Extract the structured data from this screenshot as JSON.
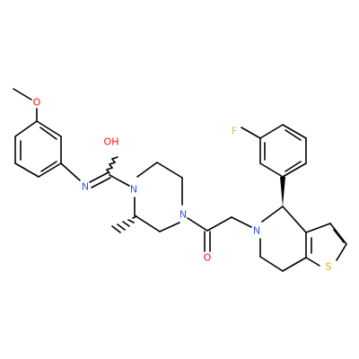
{
  "colors": {
    "background": "#ffffff",
    "bond": "#000000",
    "oxygen": "#ff0d0d",
    "nitrogen": "#3050f8",
    "fluorine": "#90e050",
    "sulfur": "#c8b400"
  },
  "atoms": [
    {
      "id": "O_methoxy",
      "label": "O",
      "element": "oxygen"
    },
    {
      "id": "O_hydroxy",
      "label": "OH",
      "element": "oxygen"
    },
    {
      "id": "N_imine",
      "label": "N",
      "element": "nitrogen"
    },
    {
      "id": "N_pip1",
      "label": "N",
      "element": "nitrogen"
    },
    {
      "id": "N_pip4",
      "label": "N",
      "element": "nitrogen"
    },
    {
      "id": "O_carbonyl",
      "label": "O",
      "element": "oxygen"
    },
    {
      "id": "N_ring",
      "label": "N",
      "element": "nitrogen"
    },
    {
      "id": "F",
      "label": "F",
      "element": "fluorine"
    },
    {
      "id": "S",
      "label": "S",
      "element": "sulfur"
    }
  ]
}
